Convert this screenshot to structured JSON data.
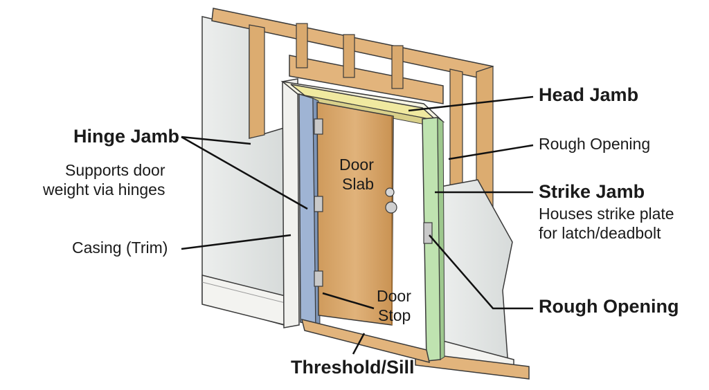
{
  "labels": {
    "head_jamb": "Head Jamb",
    "rough_opening_top": "Rough Opening",
    "strike_jamb": "Strike Jamb",
    "strike_jamb_desc_1": "Houses strike plate",
    "strike_jamb_desc_2": "for latch/deadbolt",
    "rough_opening_bottom": "Rough Opening",
    "hinge_jamb": "Hinge Jamb",
    "hinge_jamb_desc_1": "Supports door",
    "hinge_jamb_desc_2": "weight via hinges",
    "casing": "Casing (Trim)",
    "door_slab_1": "Door",
    "door_slab_2": "Slab",
    "door_stop_1": "Door",
    "door_stop_2": "Stop",
    "threshold": "Threshold/Sill"
  },
  "colors": {
    "lumber": "#e2b47c",
    "lumber_dark": "#b07f45",
    "door": "#d9a86a",
    "head_jamb": "#f0e9a0",
    "hinge_jamb": "#9fb4d4",
    "strike_jamb": "#bfe3b0",
    "drywall": "#e4e7e6",
    "outline": "#3a3a3a"
  }
}
